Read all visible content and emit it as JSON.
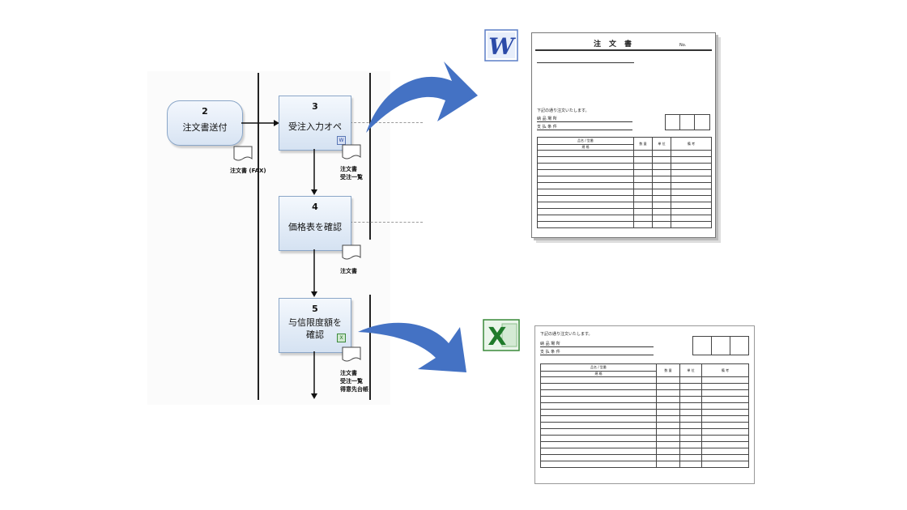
{
  "flow": {
    "start": {
      "number": "2",
      "label": "注文書送付"
    },
    "start_doc_caption": "注文書 (FAX)",
    "tasks": [
      {
        "number": "3",
        "label": "受注入力オペ",
        "doc_caption_1": "注文書",
        "doc_caption_2": "受注一覧",
        "doc_caption_3": ""
      },
      {
        "number": "4",
        "label": "価格表を確認",
        "doc_caption_1": "注文書",
        "doc_caption_2": "",
        "doc_caption_3": ""
      },
      {
        "number": "5",
        "label": "与信限度額を",
        "label_2": "確認",
        "doc_caption_1": "注文書",
        "doc_caption_2": "受注一覧",
        "doc_caption_3": "得意先台帳"
      }
    ]
  },
  "word_doc": {
    "icon": "word-icon",
    "title": "注文書",
    "corner": "No.",
    "intro": "下記の通り注文いたします。",
    "field_1": "納 品 場 所",
    "field_2": "支 払 条 件",
    "table_head_1": "品名 / 型番",
    "table_head_1b": "規 格",
    "table_head_2": "数 量",
    "table_head_3": "単 位",
    "table_head_4": "備 考"
  },
  "excel_doc": {
    "icon": "excel-icon",
    "intro": "下記の通り注文いたします。",
    "field_1": "納 品 場 所",
    "field_2": "支 払 条 件",
    "table_head_1": "品名 / 型番",
    "table_head_1b": "規 格",
    "table_head_2": "数 量",
    "table_head_3": "単 位",
    "table_head_4": "備 考"
  },
  "colors": {
    "arrow": "#4472c4",
    "node_border": "#8aa6c8",
    "word_blue": "#2b4aa8",
    "excel_green": "#1f7a2a"
  }
}
